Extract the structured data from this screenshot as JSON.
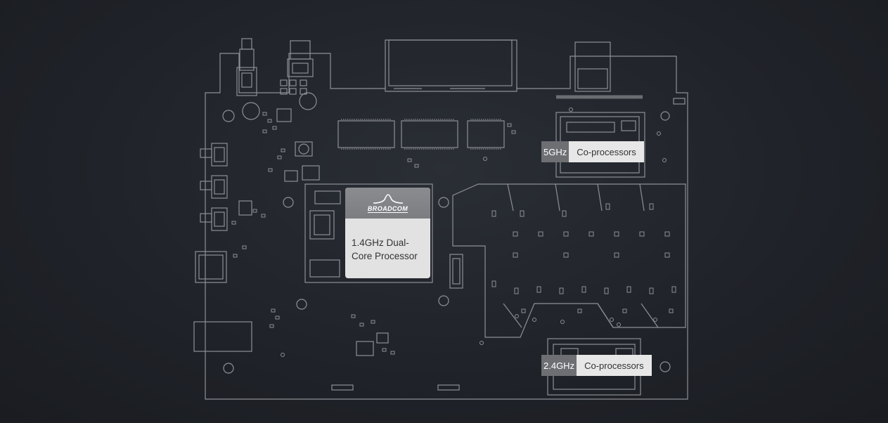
{
  "cpu": {
    "brand": "BROADCOM",
    "description_line1": "1.4GHz Dual-",
    "description_line2": "Core Processor"
  },
  "coprocessors": [
    {
      "band": "5GHz",
      "label": "Co-processors"
    },
    {
      "band": "2.4GHz",
      "label": "Co-processors"
    }
  ],
  "colors": {
    "background": "#1f2228",
    "line": "#8d9096",
    "band_badge": "#6d6f73",
    "label_box": "#e7e7e8"
  }
}
